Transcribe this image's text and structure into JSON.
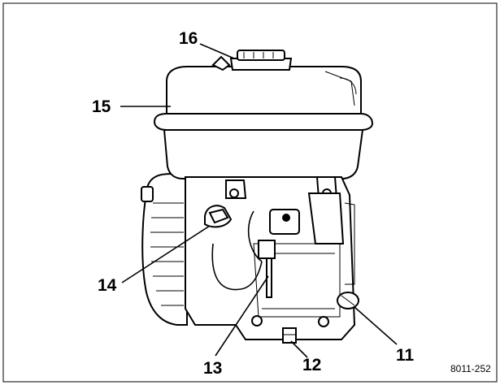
{
  "callouts": {
    "c11": "11",
    "c12": "12",
    "c13": "13",
    "c14": "14",
    "c15": "15",
    "c16": "16"
  },
  "figure_ref": "8011-252"
}
